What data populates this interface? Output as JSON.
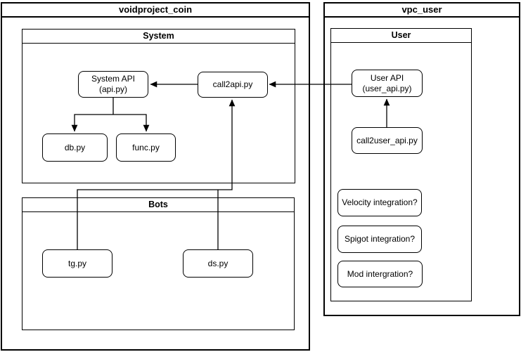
{
  "page": {
    "background_color": "#ffffff",
    "stroke_color": "#000000"
  },
  "diagram": {
    "containers": {
      "voidproject": {
        "title": "voidproject_coin"
      },
      "vpc": {
        "title": "vpc_user"
      },
      "system": {
        "title": "System"
      },
      "bots": {
        "title": "Bots"
      },
      "user": {
        "title": "User"
      }
    },
    "nodes": {
      "system_api": {
        "line1": "System API",
        "line2": "(api.py)"
      },
      "call2api": {
        "label": "call2api.py"
      },
      "db": {
        "label": "db.py"
      },
      "func": {
        "label": "func.py"
      },
      "tg": {
        "label": "tg.py"
      },
      "ds": {
        "label": "ds.py"
      },
      "user_api": {
        "line1": "User API",
        "line2": "(user_api.py)"
      },
      "call2user": {
        "label": "call2user_api.py"
      },
      "velocity": {
        "label": "Velocity integration?"
      },
      "spigot": {
        "label": "Spigot integration?"
      },
      "mod": {
        "label": "Mod intergration?"
      }
    },
    "edges": [
      {
        "from": "call2api.py",
        "to": "System API (api.py)",
        "arrow": "to"
      },
      {
        "from": "User API (user_api.py)",
        "to": "call2api.py",
        "arrow": "to"
      },
      {
        "from": "System API (api.py)",
        "to": "db.py",
        "arrow": "to"
      },
      {
        "from": "System API (api.py)",
        "to": "func.py",
        "arrow": "to"
      },
      {
        "from": "tg.py",
        "to": "call2api.py",
        "arrow": "to"
      },
      {
        "from": "ds.py",
        "to": "call2api.py",
        "arrow": "to"
      },
      {
        "from": "call2user_api.py",
        "to": "User API (user_api.py)",
        "arrow": "to"
      }
    ]
  }
}
